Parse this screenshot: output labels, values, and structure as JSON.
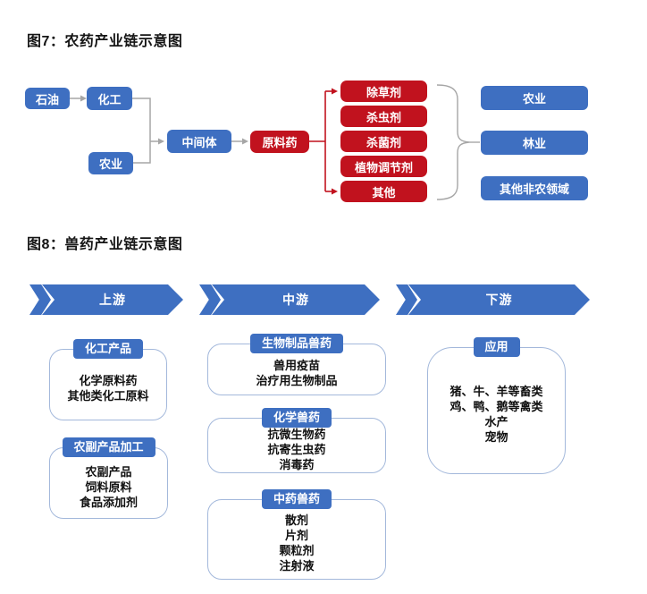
{
  "colors": {
    "accent_blue": "#3E6FC1",
    "accent_red": "#C1121E",
    "connector_gray": "#A6A6A6",
    "box_border": "#A3B8DB",
    "text_dark": "#151515"
  },
  "figure7": {
    "title": "图7：农药产业链示意图",
    "sources": {
      "petroleum": "石油",
      "chemical": "化工",
      "agriculture": "农业"
    },
    "intermediate": "中间体",
    "api": "原料药",
    "products": [
      "除草剂",
      "杀虫剂",
      "杀菌剂",
      "植物调节剂",
      "其他"
    ],
    "applications": [
      "农业",
      "林业",
      "其他非农领域"
    ]
  },
  "figure8": {
    "title": "图8：兽药产业链示意图",
    "stages": [
      "上游",
      "中游",
      "下游"
    ],
    "upstream": [
      {
        "header": "化工产品",
        "items": [
          "化学原料药",
          "其他类化工原料"
        ]
      },
      {
        "header": "农副产品加工",
        "items": [
          "农副产品",
          "饲料原料",
          "食品添加剂"
        ]
      }
    ],
    "midstream": [
      {
        "header": "生物制品兽药",
        "items": [
          "兽用疫苗",
          "治疗用生物制品"
        ]
      },
      {
        "header": "化学兽药",
        "items": [
          "抗微生物药",
          "抗寄生虫药",
          "消毒药"
        ]
      },
      {
        "header": "中药兽药",
        "items": [
          "散剂",
          "片剂",
          "颗粒剂",
          "注射液"
        ]
      }
    ],
    "downstream": [
      {
        "header": "应用",
        "items": [
          "猪、牛、羊等畜类",
          "鸡、鸭、鹅等禽类",
          "水产",
          "宠物"
        ]
      }
    ]
  }
}
